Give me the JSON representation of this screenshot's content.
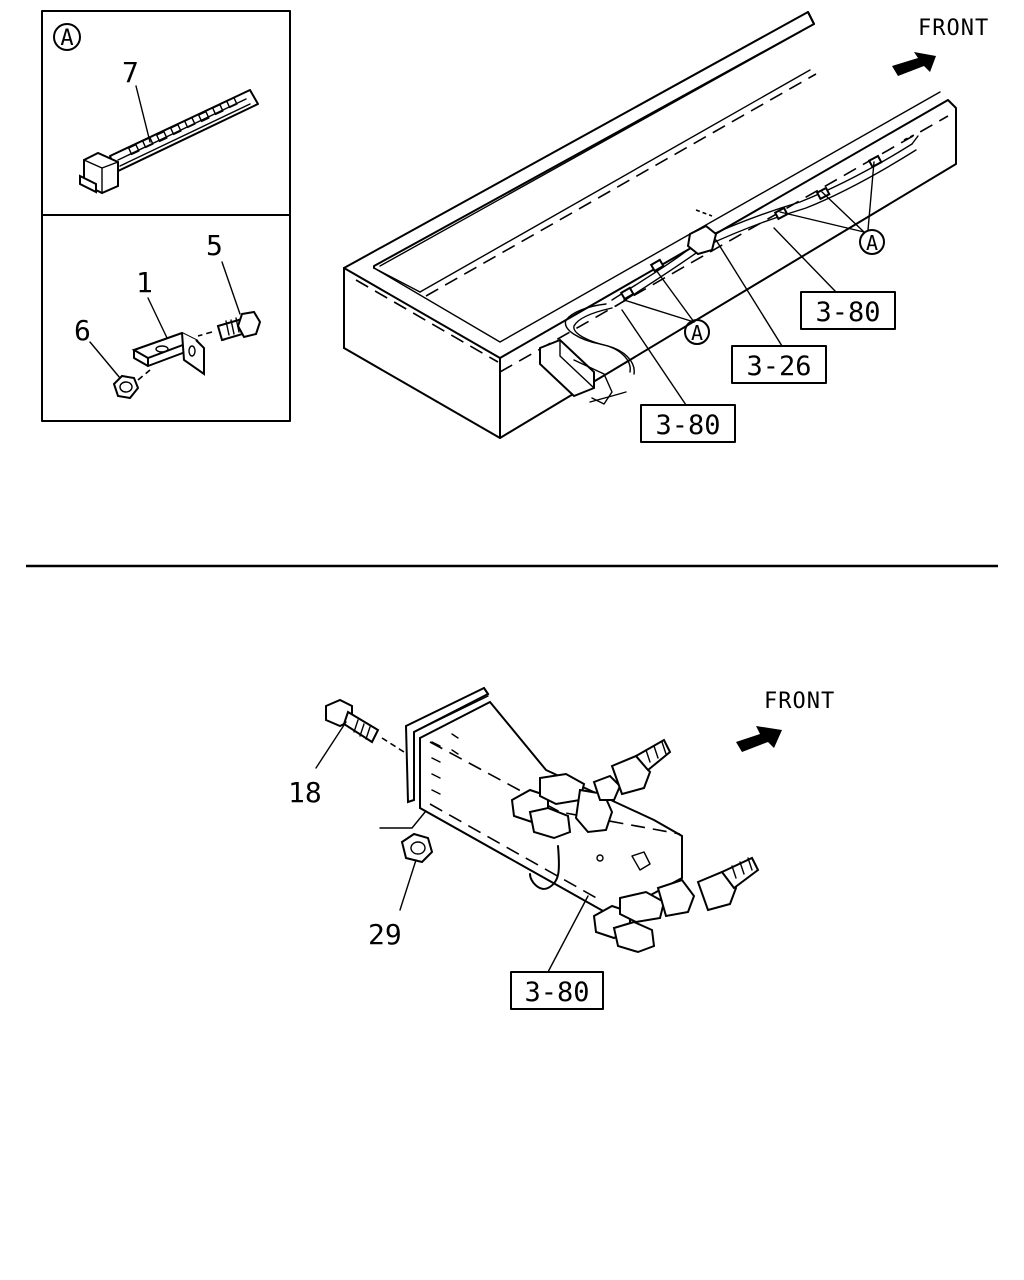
{
  "top_view": {
    "front_label": "FRONT",
    "inset_a": {
      "letter": "A",
      "part_cable_tie": "7"
    },
    "inset_bracket": {
      "part_bracket": "1",
      "part_bolt": "5",
      "part_nut": "6"
    },
    "callout_a": "A",
    "ref_rear_rail": "3-80",
    "ref_joint": "3-26",
    "ref_front_rail": "3-80"
  },
  "bottom_view": {
    "front_label": "FRONT",
    "part_bolt": "18",
    "part_nut": "29",
    "ref_block": "3-80"
  },
  "icons": [
    "front-arrow-icon",
    "callout-circle-icon"
  ]
}
